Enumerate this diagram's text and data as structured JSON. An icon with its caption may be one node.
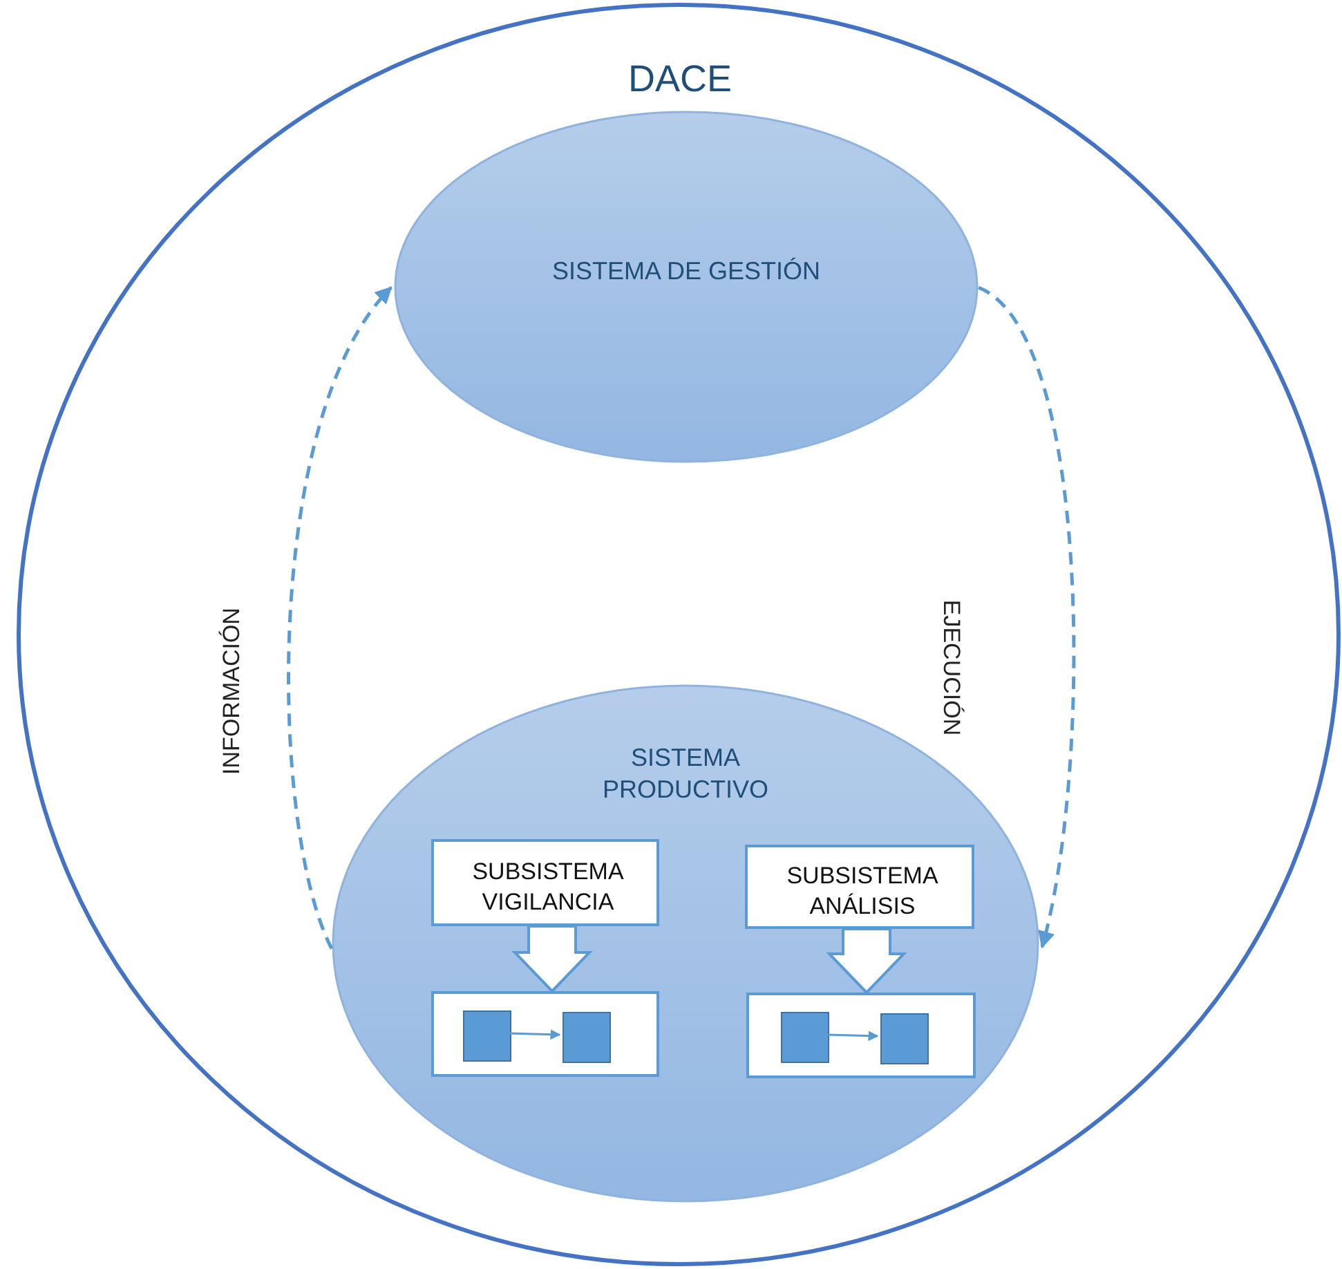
{
  "diagram": {
    "nodes": [
      {
        "text": [
          "DACE"
        ]
      },
      {
        "text": [
          "SISTEMA DE GESTIÓN"
        ],
        "in": 0
      },
      {
        "text": [
          "SISTEMA PRODUCTIVO"
        ],
        "in": 0
      },
      {
        "text": [
          "SUBSISTEMA VIGILANCIA"
        ],
        "in": 2
      },
      {
        "text": [
          "SUBSISTEMA ANÁLISIS"
        ],
        "in": 2
      },
      {
        "text": [],
        "shape": "box",
        "in": 2
      },
      {
        "text": [],
        "shape": "box",
        "in": 5
      },
      {
        "text": [],
        "shape": "box",
        "in": 5
      },
      {
        "text": [],
        "shape": "box",
        "in": 2
      },
      {
        "text": [],
        "shape": "box",
        "in": 8
      },
      {
        "text": [],
        "shape": "box",
        "in": 8
      }
    ],
    "edges": [
      {
        "from": 2,
        "to": 1,
        "arrow": "to",
        "style": "dashed",
        "label": "INFORMACIÓN"
      },
      {
        "from": 1,
        "to": 2,
        "arrow": "to",
        "style": "dashed",
        "label": "EJECUCIÓN"
      },
      {
        "from": 3,
        "to": 5,
        "arrow": "to",
        "style": "thick"
      },
      {
        "from": 6,
        "to": 7,
        "arrow": "to"
      },
      {
        "from": 4,
        "to": 8,
        "arrow": "to",
        "style": "thick"
      },
      {
        "from": 9,
        "to": 10,
        "arrow": "to"
      }
    ]
  }
}
